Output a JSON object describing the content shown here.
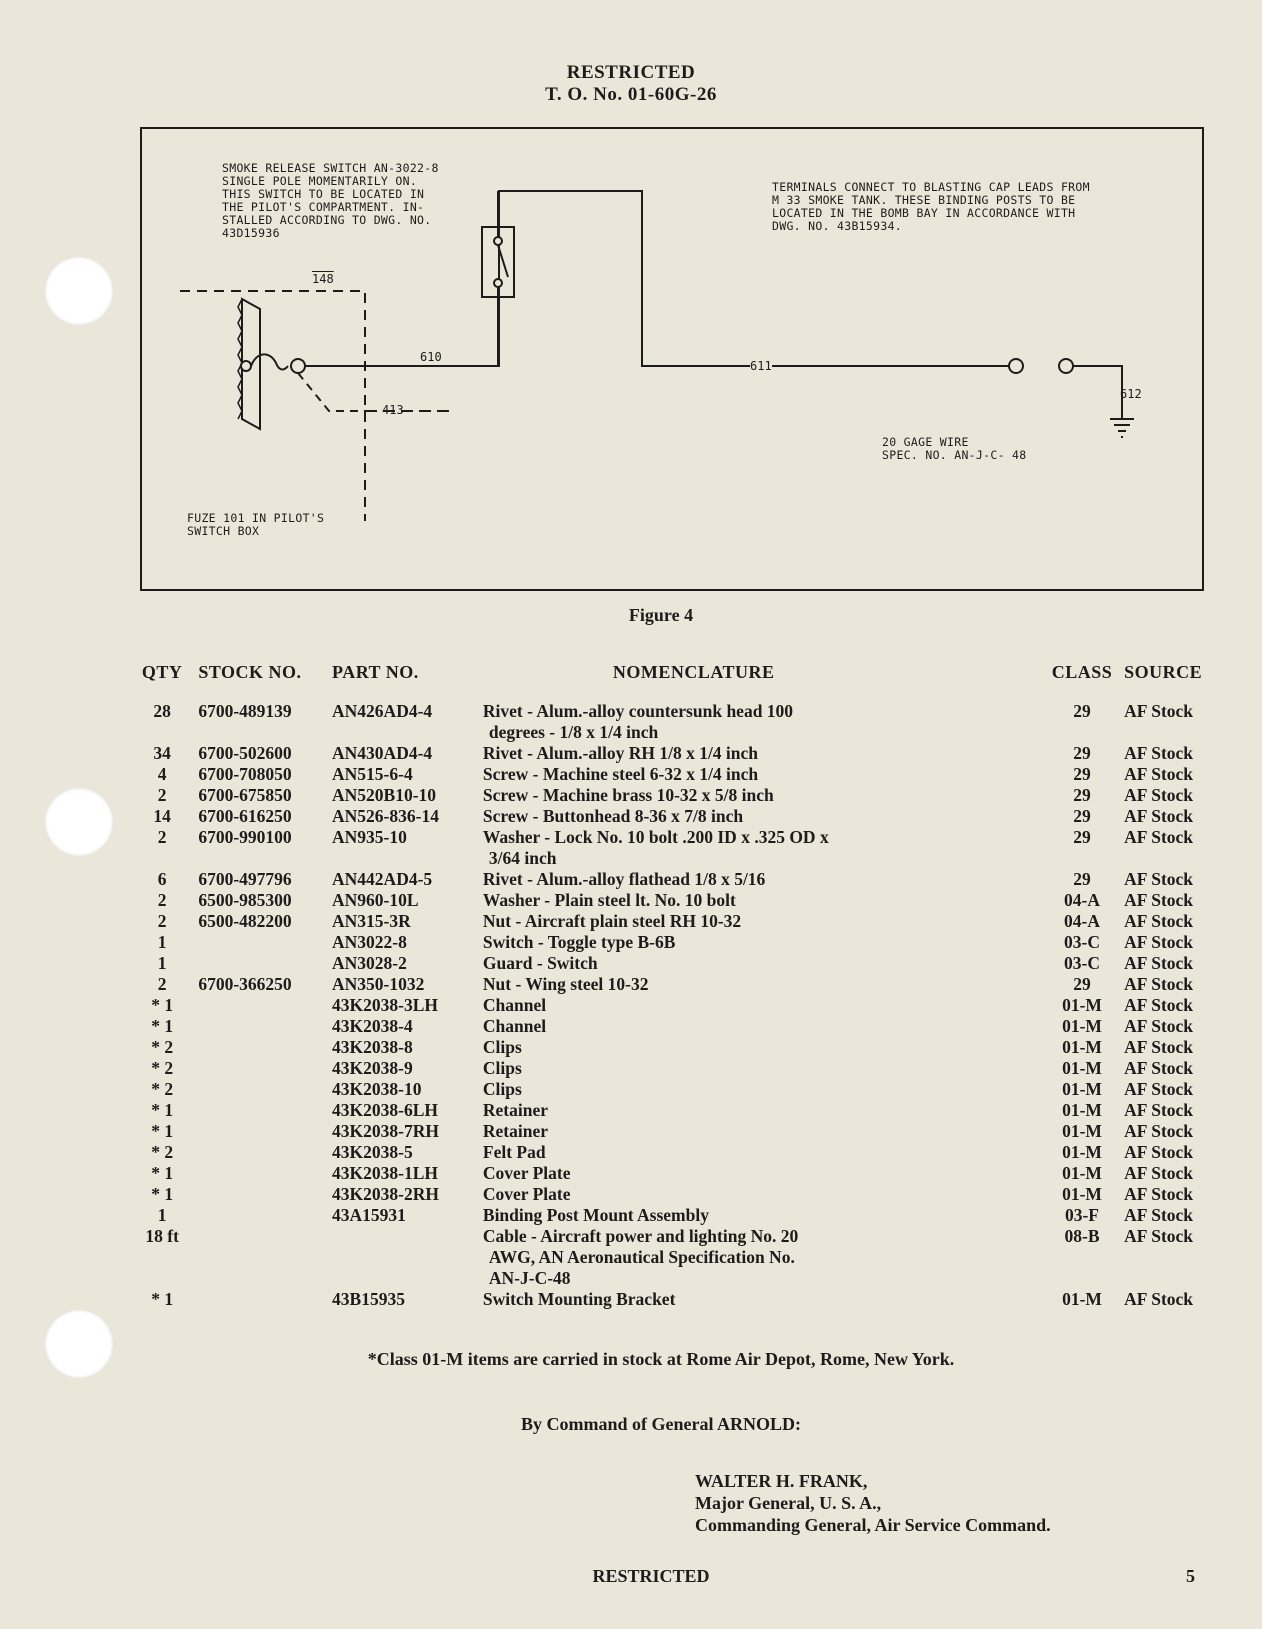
{
  "header": {
    "classification": "RESTRICTED",
    "to_number": "T. O. No. 01-60G-26"
  },
  "figure": {
    "caption": "Figure 4",
    "notes": {
      "switch": "SMOKE RELEASE SWITCH AN-3022-8\nSINGLE POLE MOMENTARILY ON.\nTHIS SWITCH TO BE LOCATED IN\nTHE PILOT'S COMPARTMENT. IN-\nSTALLED ACCORDING TO DWG. NO.\n43D15936",
      "terminals": "TERMINALS CONNECT TO BLASTING CAP LEADS FROM\nM 33 SMOKE TANK. THESE BINDING POSTS TO BE\nLOCATED IN THE BOMB BAY IN ACCORDANCE WITH\nDWG. NO. 43B15934.",
      "wire": "20 GAGE WIRE\nSPEC. NO. AN-J-C- 48",
      "fuze": "FUZE 101 IN PILOT'S\nSWITCH BOX"
    },
    "wires": {
      "w148": "148",
      "w610": "610",
      "w413": "413",
      "w611": "611",
      "w612": "612"
    }
  },
  "table": {
    "headers": {
      "qty": "QTY",
      "stock": "STOCK NO.",
      "part": "PART NO.",
      "nomenclature": "NOMENCLATURE",
      "class": "CLASS",
      "source": "SOURCE"
    },
    "rows": [
      {
        "qty": "28",
        "stock": "6700-489139",
        "part": "AN426AD4-4",
        "nom": "Rivet - Alum.-alloy countersunk head 100",
        "nom2": "degrees - 1/8 x 1/4 inch",
        "class": "29",
        "source": "AF Stock"
      },
      {
        "qty": "34",
        "stock": "6700-502600",
        "part": "AN430AD4-4",
        "nom": "Rivet - Alum.-alloy RH 1/8 x 1/4 inch",
        "nom2": "",
        "class": "29",
        "source": "AF Stock"
      },
      {
        "qty": "4",
        "stock": "6700-708050",
        "part": "AN515-6-4",
        "nom": "Screw - Machine steel 6-32 x 1/4 inch",
        "nom2": "",
        "class": "29",
        "source": "AF Stock"
      },
      {
        "qty": "2",
        "stock": "6700-675850",
        "part": "AN520B10-10",
        "nom": "Screw - Machine brass 10-32 x 5/8 inch",
        "nom2": "",
        "class": "29",
        "source": "AF Stock"
      },
      {
        "qty": "14",
        "stock": "6700-616250",
        "part": "AN526-836-14",
        "nom": "Screw - Buttonhead 8-36 x 7/8 inch",
        "nom2": "",
        "class": "29",
        "source": "AF Stock"
      },
      {
        "qty": "2",
        "stock": "6700-990100",
        "part": "AN935-10",
        "nom": "Washer - Lock No. 10 bolt .200 ID x .325 OD x",
        "nom2": "3/64 inch",
        "class": "29",
        "source": "AF Stock"
      },
      {
        "qty": "6",
        "stock": "6700-497796",
        "part": "AN442AD4-5",
        "nom": "Rivet - Alum.-alloy flathead 1/8 x 5/16",
        "nom2": "",
        "class": "29",
        "source": "AF Stock"
      },
      {
        "qty": "2",
        "stock": "6500-985300",
        "part": "AN960-10L",
        "nom": "Washer - Plain steel lt. No. 10 bolt",
        "nom2": "",
        "class": "04-A",
        "source": "AF Stock"
      },
      {
        "qty": "2",
        "stock": "6500-482200",
        "part": "AN315-3R",
        "nom": "Nut - Aircraft plain steel RH 10-32",
        "nom2": "",
        "class": "04-A",
        "source": "AF Stock"
      },
      {
        "qty": "1",
        "stock": "",
        "part": "AN3022-8",
        "nom": "Switch - Toggle type B-6B",
        "nom2": "",
        "class": "03-C",
        "source": "AF Stock"
      },
      {
        "qty": "1",
        "stock": "",
        "part": "AN3028-2",
        "nom": "Guard - Switch",
        "nom2": "",
        "class": "03-C",
        "source": "AF Stock"
      },
      {
        "qty": "2",
        "stock": "6700-366250",
        "part": "AN350-1032",
        "nom": "Nut - Wing steel 10-32",
        "nom2": "",
        "class": "29",
        "source": "AF Stock"
      },
      {
        "qty": "* 1",
        "stock": "",
        "part": "43K2038-3LH",
        "nom": "Channel",
        "nom2": "",
        "class": "01-M",
        "source": "AF Stock"
      },
      {
        "qty": "* 1",
        "stock": "",
        "part": "43K2038-4",
        "nom": "Channel",
        "nom2": "",
        "class": "01-M",
        "source": "AF Stock"
      },
      {
        "qty": "* 2",
        "stock": "",
        "part": "43K2038-8",
        "nom": "Clips",
        "nom2": "",
        "class": "01-M",
        "source": "AF Stock"
      },
      {
        "qty": "* 2",
        "stock": "",
        "part": "43K2038-9",
        "nom": "Clips",
        "nom2": "",
        "class": "01-M",
        "source": "AF Stock"
      },
      {
        "qty": "* 2",
        "stock": "",
        "part": "43K2038-10",
        "nom": "Clips",
        "nom2": "",
        "class": "01-M",
        "source": "AF Stock"
      },
      {
        "qty": "* 1",
        "stock": "",
        "part": "43K2038-6LH",
        "nom": "Retainer",
        "nom2": "",
        "class": "01-M",
        "source": "AF Stock"
      },
      {
        "qty": "* 1",
        "stock": "",
        "part": "43K2038-7RH",
        "nom": "Retainer",
        "nom2": "",
        "class": "01-M",
        "source": "AF Stock"
      },
      {
        "qty": "* 2",
        "stock": "",
        "part": "43K2038-5",
        "nom": "Felt Pad",
        "nom2": "",
        "class": "01-M",
        "source": "AF Stock"
      },
      {
        "qty": "* 1",
        "stock": "",
        "part": "43K2038-1LH",
        "nom": "Cover Plate",
        "nom2": "",
        "class": "01-M",
        "source": "AF Stock"
      },
      {
        "qty": "* 1",
        "stock": "",
        "part": "43K2038-2RH",
        "nom": "Cover Plate",
        "nom2": "",
        "class": "01-M",
        "source": "AF Stock"
      },
      {
        "qty": "1",
        "stock": "",
        "part": "43A15931",
        "nom": "Binding Post Mount Assembly",
        "nom2": "",
        "class": "03-F",
        "source": "AF Stock"
      },
      {
        "qty": "18 ft",
        "stock": "",
        "part": "",
        "nom": "Cable - Aircraft power and lighting No. 20",
        "nom2": "AWG, AN Aeronautical Specification No.",
        "nom3": "AN-J-C-48",
        "class": "08-B",
        "source": "AF Stock"
      },
      {
        "qty": "* 1",
        "stock": "",
        "part": "43B15935",
        "nom": "Switch Mounting Bracket",
        "nom2": "",
        "class": "01-M",
        "source": "AF Stock"
      }
    ]
  },
  "footnote": "*Class 01-M items are carried in stock at Rome Air Depot, Rome, New York.",
  "command": "By Command of General ARNOLD:",
  "signature": {
    "name": "WALTER H. FRANK,",
    "rank": "Major General, U. S. A.,",
    "title": "Commanding General, Air Service Command."
  },
  "footer": {
    "classification": "RESTRICTED",
    "page": "5"
  }
}
